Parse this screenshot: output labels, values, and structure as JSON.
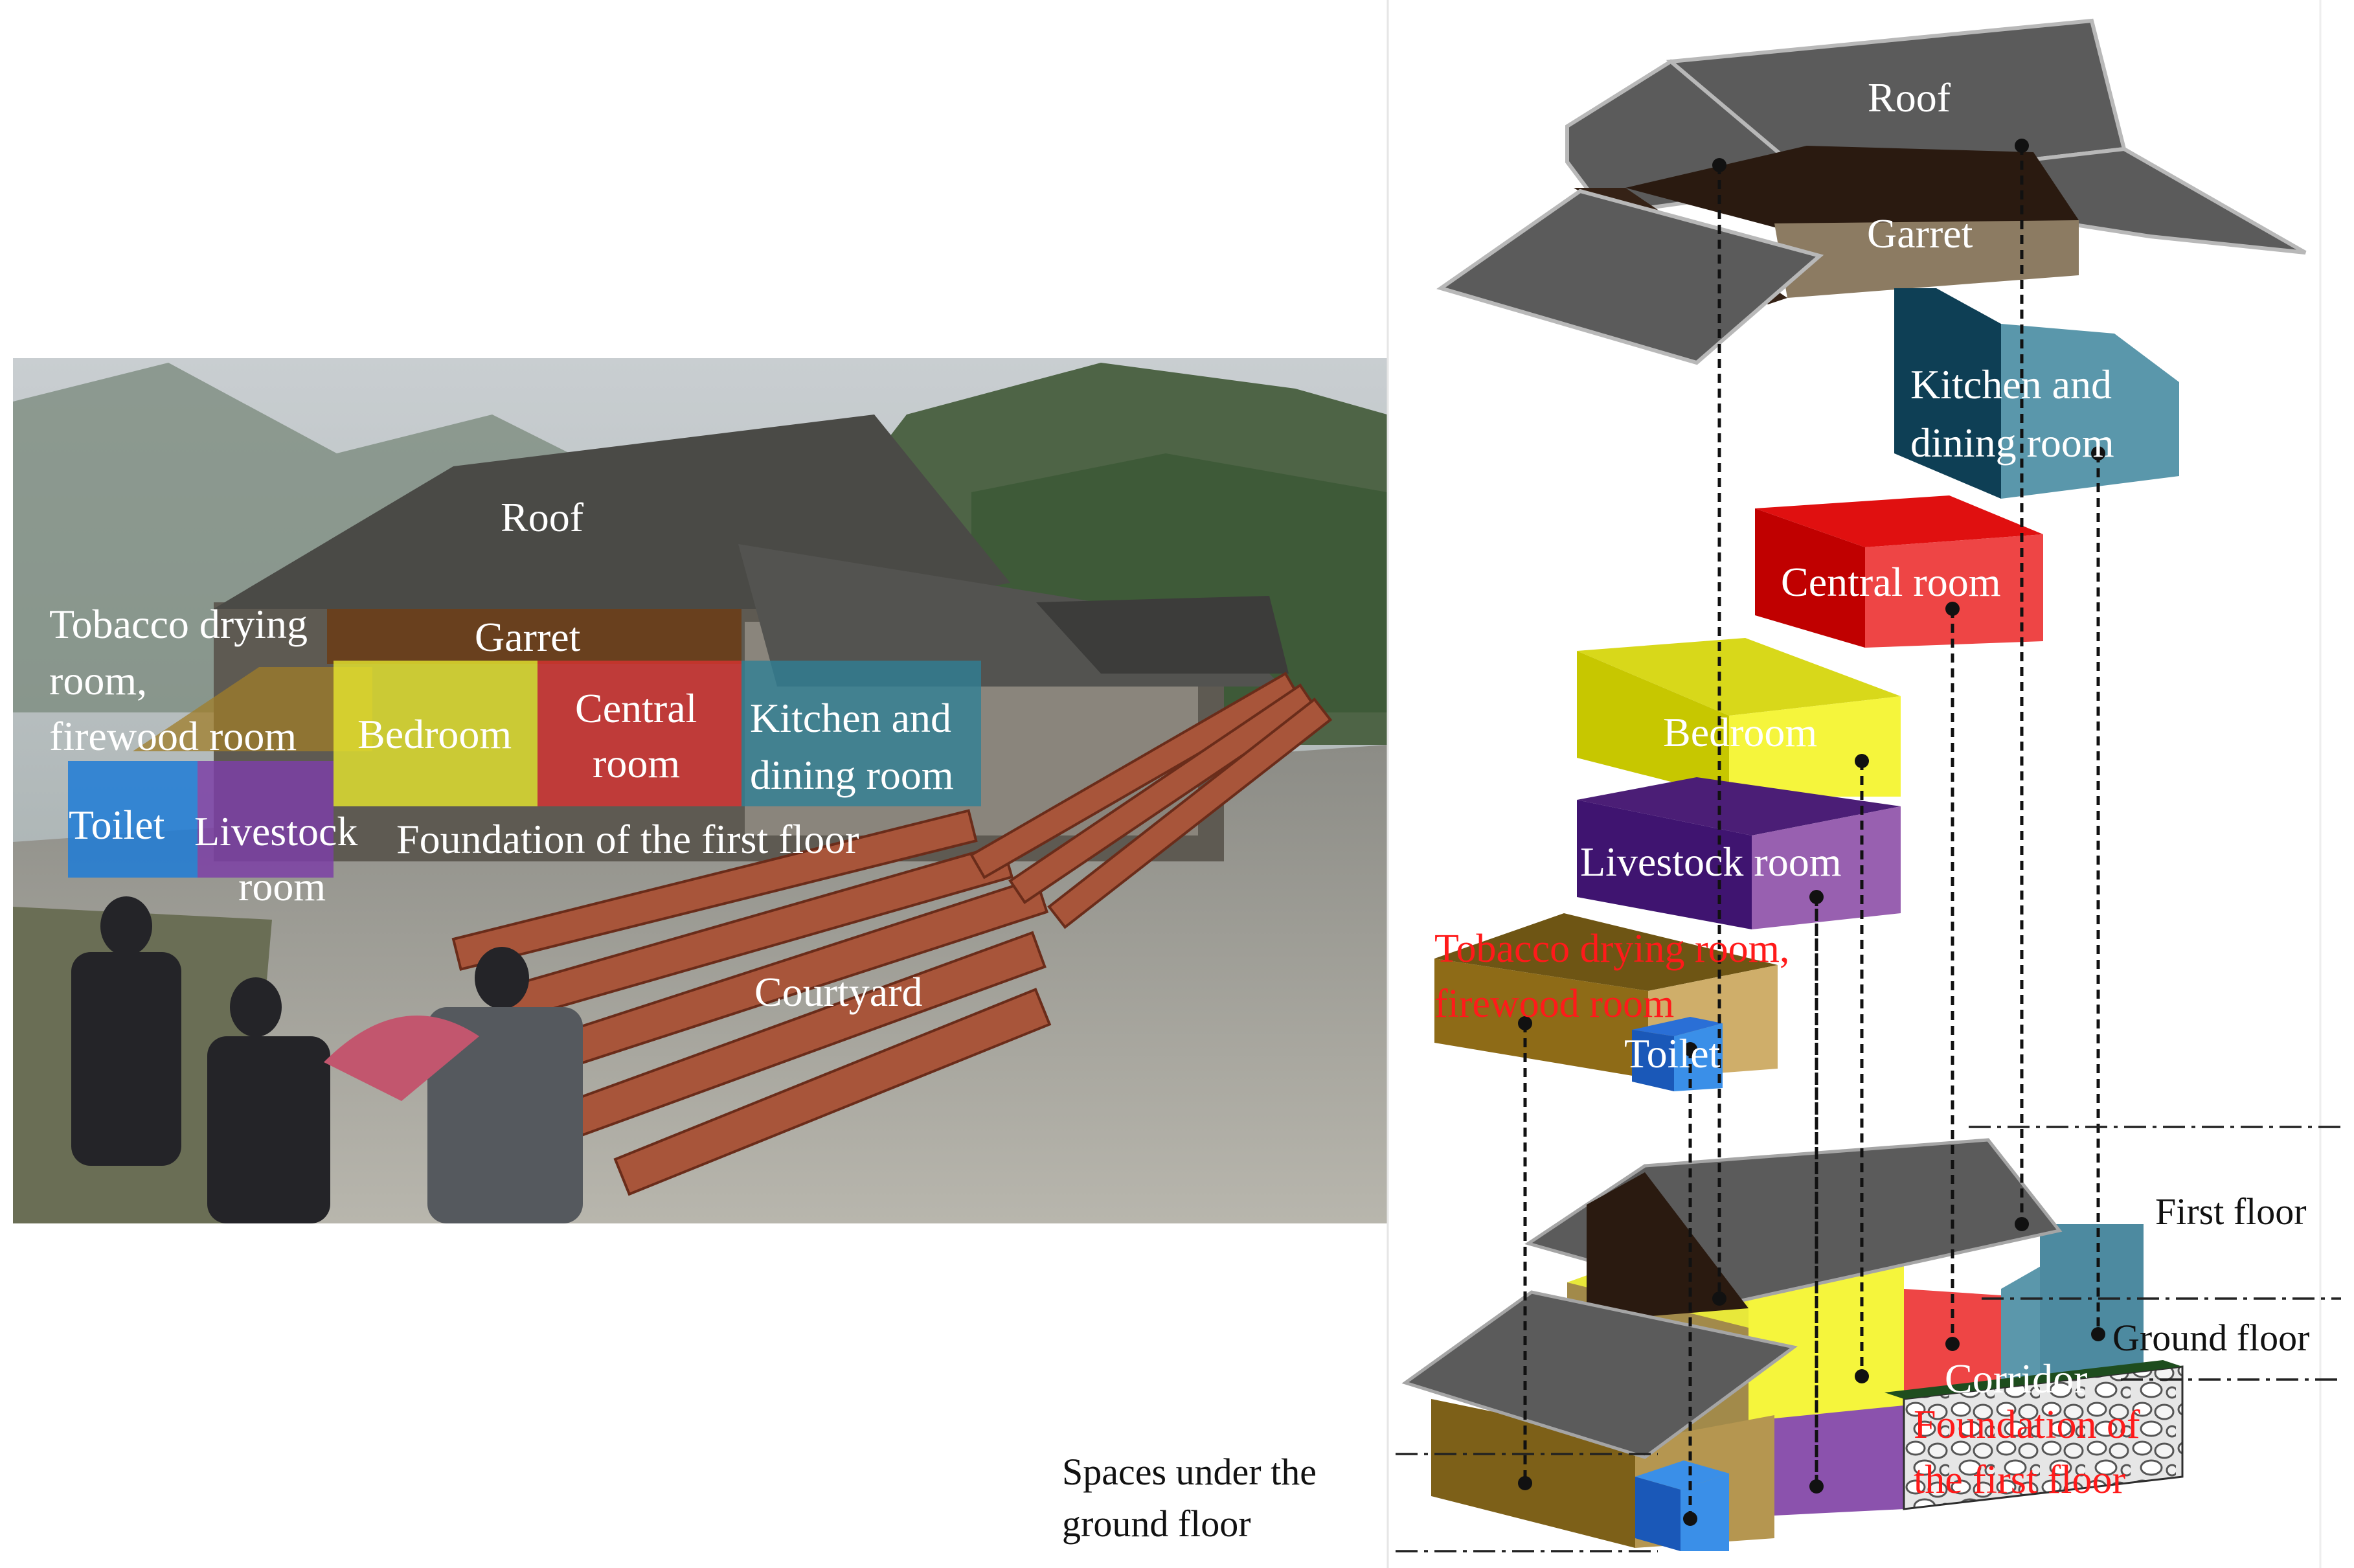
{
  "photo_labels": {
    "roof": "Roof",
    "garret": "Garret",
    "tobacco_1": "Tobacco drying",
    "tobacco_2": "room,",
    "tobacco_3": "firewood room",
    "bedroom": "Bedroom",
    "central_1": "Central",
    "central_2": "room",
    "kitchen_1": "Kitchen and",
    "kitchen_2": "dining room",
    "toilet": "Toilet",
    "livestock_1": "Livestock",
    "livestock_2": "room",
    "foundation": "Foundation of the first floor",
    "courtyard": "Courtyard"
  },
  "exploded_labels": {
    "roof": "Roof",
    "garret": "Garret",
    "kitchen_1": "Kitchen and",
    "kitchen_2": "dining room",
    "central": "Central room",
    "bedroom": "Bedroom",
    "livestock": "Livestock room",
    "tobacco_1": "Tobacco drying room,",
    "tobacco_2": "firewood room",
    "toilet": "Toilet",
    "corridor": "Corridor",
    "foundation_1": "Foundation of",
    "foundation_2": "the first floor"
  },
  "level_labels": {
    "first_floor": "First floor",
    "ground_floor": "Ground floor",
    "under_1": "Spaces under the",
    "under_2": "ground floor"
  },
  "colors": {
    "toilet": "#1e7bd6",
    "livestock": "#7b3fa6",
    "bedroom": "#e6e62e",
    "central": "#e03232",
    "kitchen": "#2f7f95",
    "garret": "#6b3a12",
    "tobacco": "#a07d2a",
    "roof": "#5b5b5b"
  }
}
